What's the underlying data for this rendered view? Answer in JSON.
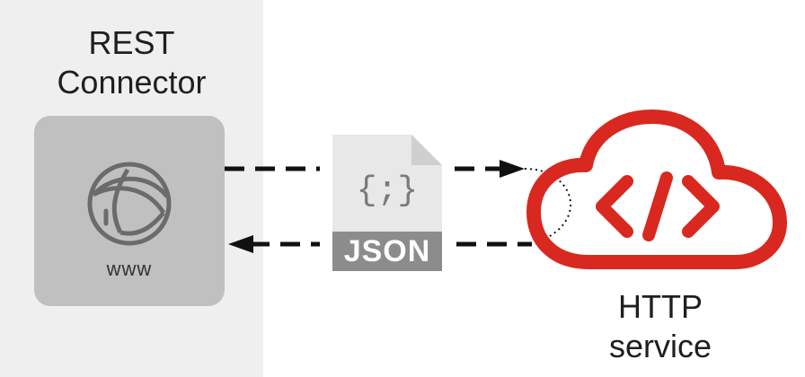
{
  "connector": {
    "title": "REST\nConnector",
    "icon": "globe-icon",
    "badge_text": "www"
  },
  "payload": {
    "icon": "json-file-icon",
    "braces_text": "{;}",
    "format_label": "JSON"
  },
  "service": {
    "icon": "cloud-code-icon",
    "title": "HTTP\nservice",
    "accent_color": "#d9281f"
  },
  "flows": [
    {
      "direction": "request",
      "from": "connector",
      "to": "service"
    },
    {
      "direction": "response",
      "from": "service",
      "to": "connector"
    }
  ],
  "colors": {
    "panel_background": "#efefef",
    "connector_box": "#c0c0c0",
    "arrow": "#111111",
    "json_file": "#e8e8e8",
    "json_badge": "#8c8c8c"
  }
}
